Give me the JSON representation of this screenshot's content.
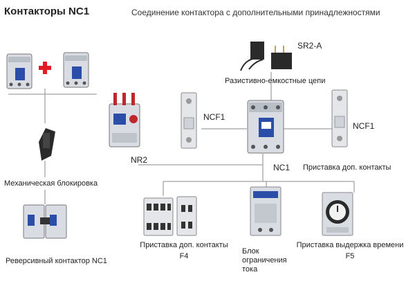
{
  "header": {
    "title": "Контакторы NC1",
    "subtitle": "Соединение контактора с дополнительными принадлежностями"
  },
  "labels": {
    "mech_lock": "Механическая блокировка",
    "reverse": "Реверсивный контактор NC1",
    "sr2": "SR2-A",
    "rc": "Разистивно-емкостные цепи",
    "ncf1_left": "NCF1",
    "ncf1_right": "NCF1",
    "nr2": "NR2",
    "nc1": "NC1",
    "aux_right": "Приставка доп. контакты",
    "f4_l1": "Приставка доп. контакты",
    "f4_l2": "F4",
    "limit_l1": "Блок",
    "limit_l2": "ограничения",
    "limit_l3": "тока",
    "f5_l1": "Приставка выдержка времени",
    "f5_l2": "F5"
  },
  "icons": {
    "plus": "plus-icon",
    "colors": {
      "plus": "#e31b23",
      "body": "#d9dde3",
      "blue": "#2b4fa8",
      "dark": "#2a2a2a",
      "red": "#c0272d",
      "line": "#8a8a8a"
    }
  }
}
